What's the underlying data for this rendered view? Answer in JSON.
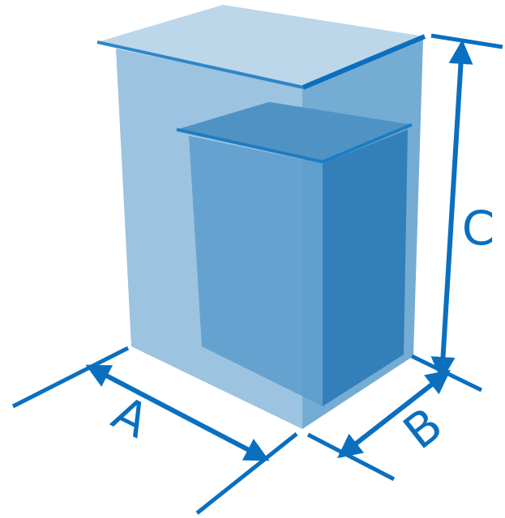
{
  "labels": {
    "a": "A",
    "b": "B",
    "c": "C"
  },
  "colors": {
    "stroke": "#0a6fbf",
    "outer_front": "#97c0de",
    "outer_side": "#6ea8d2",
    "outer_top": "#bcd6ea",
    "inner_front": "#5c9ccb",
    "inner_side": "#2b7ab6",
    "inner_top": "#4f93c5"
  }
}
